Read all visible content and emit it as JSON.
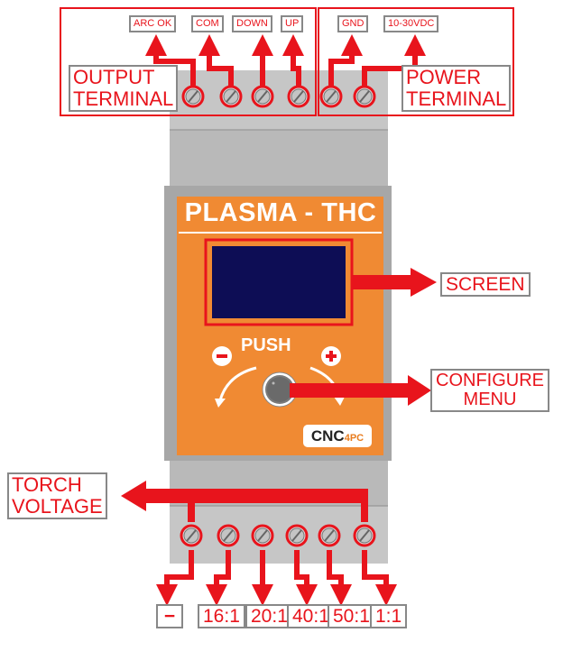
{
  "device": {
    "title": "PLASMA - THC",
    "push_label": "PUSH",
    "brand_main": "CNC",
    "brand_sub": "4PC"
  },
  "top_terminals": {
    "output_labels": [
      "ARC OK",
      "COM",
      "DOWN",
      "UP"
    ],
    "power_labels": [
      "GND",
      "10-30VDC"
    ],
    "output_group_lines": [
      "OUTPUT",
      "TERMINAL"
    ],
    "power_group_lines": [
      "POWER",
      "TERMINAL"
    ]
  },
  "callouts": {
    "screen": "SCREEN",
    "configure_lines": [
      "CONFIGURE",
      "MENU"
    ],
    "torch_lines": [
      "TORCH",
      "VOLTAGE"
    ]
  },
  "bottom_terminals": {
    "labels": [
      "−",
      "16:1",
      "20:1",
      "40:1",
      "50:1",
      "1:1"
    ]
  },
  "colors": {
    "accent_red": "#e8141c",
    "panel_orange": "#f08a33",
    "housing_grey": "#bfbfbf",
    "screen_navy": "#0d0d55"
  }
}
